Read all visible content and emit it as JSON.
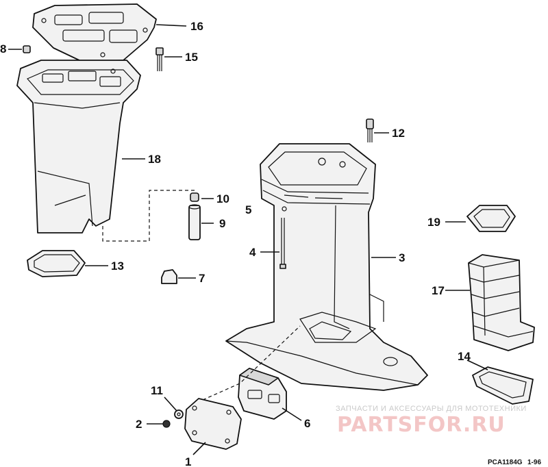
{
  "callouts": {
    "c1": "1",
    "c2": "2",
    "c3": "3",
    "c4": "4",
    "c5": "5",
    "c6": "6",
    "c7": "7",
    "c8": "8",
    "c9": "9",
    "c10": "10",
    "c11": "11",
    "c12": "12",
    "c13": "13",
    "c14": "14",
    "c15": "15",
    "c16": "16",
    "c17": "17",
    "c18": "18",
    "c19": "19"
  },
  "watermark": {
    "tagline": "ЗАПЧАСТИ И АКСЕССУАРЫ ДЛЯ МОТОТЕХНИКИ",
    "logo": "PARTSFOR.RU"
  },
  "footer": {
    "code": "PCA1184G",
    "revision": "1-96"
  },
  "colors": {
    "line": "#111111",
    "watermark_logo": "#f3c6c6",
    "watermark_text": "#c9c9c9"
  }
}
